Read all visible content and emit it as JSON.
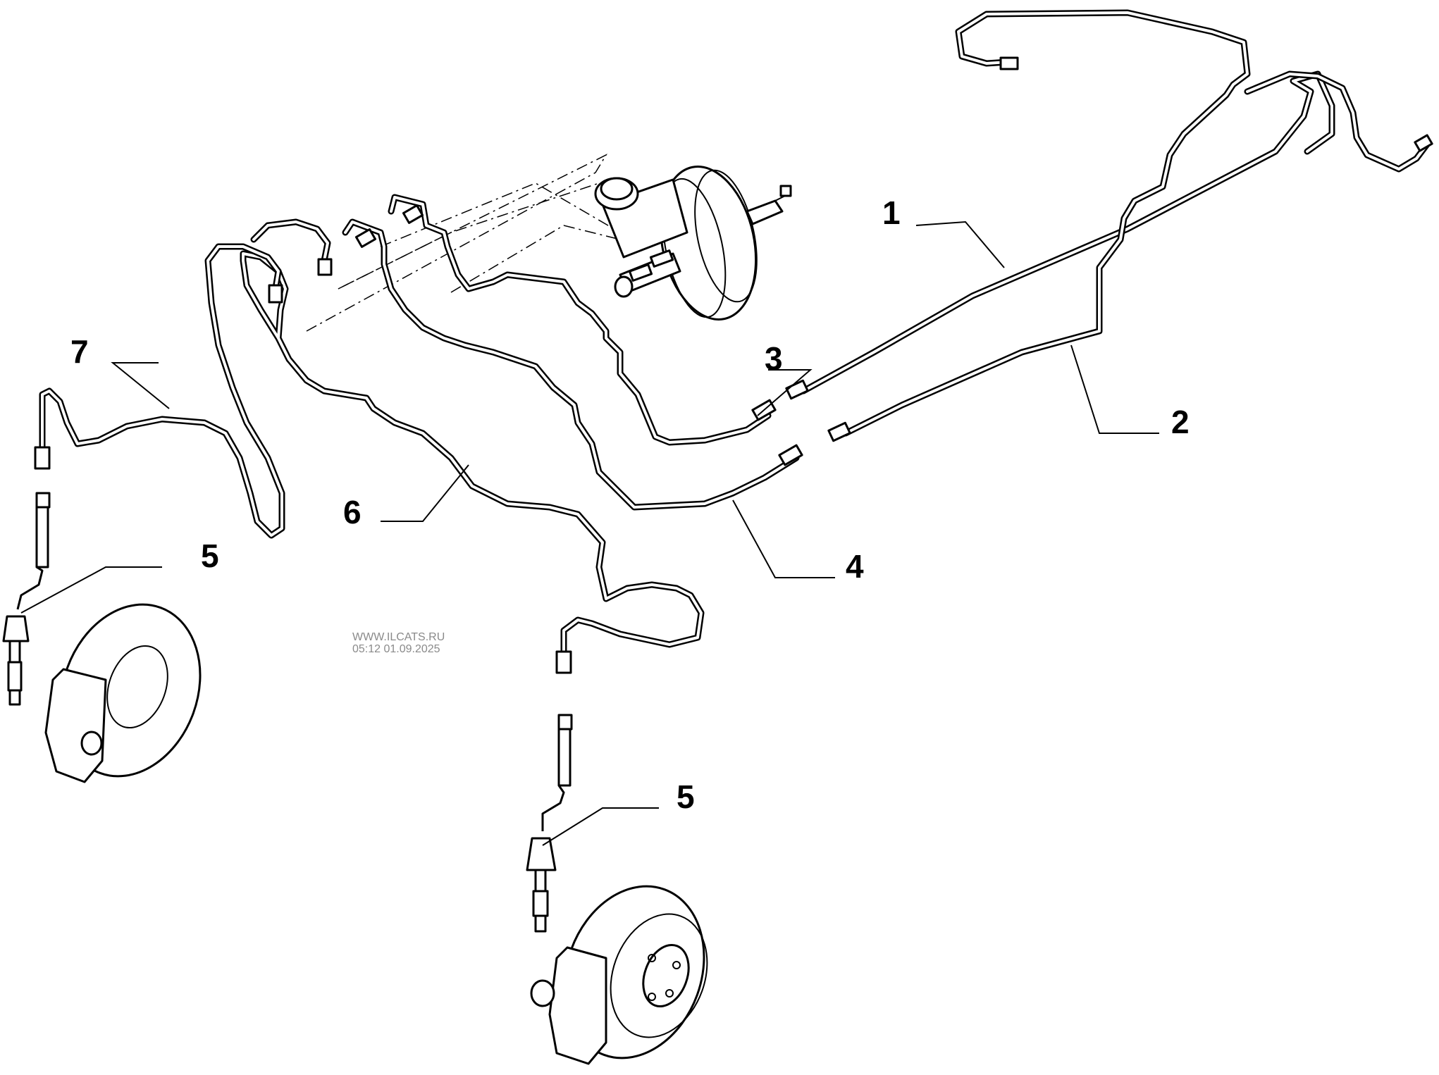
{
  "callouts": {
    "c1": "1",
    "c2": "2",
    "c3": "3",
    "c4": "4",
    "c5_left": "5",
    "c5_right": "5",
    "c6": "6",
    "c7": "7"
  },
  "watermark": {
    "site": "WWW.ILCATS.RU",
    "timestamp": "05:12 01.09.2025"
  }
}
